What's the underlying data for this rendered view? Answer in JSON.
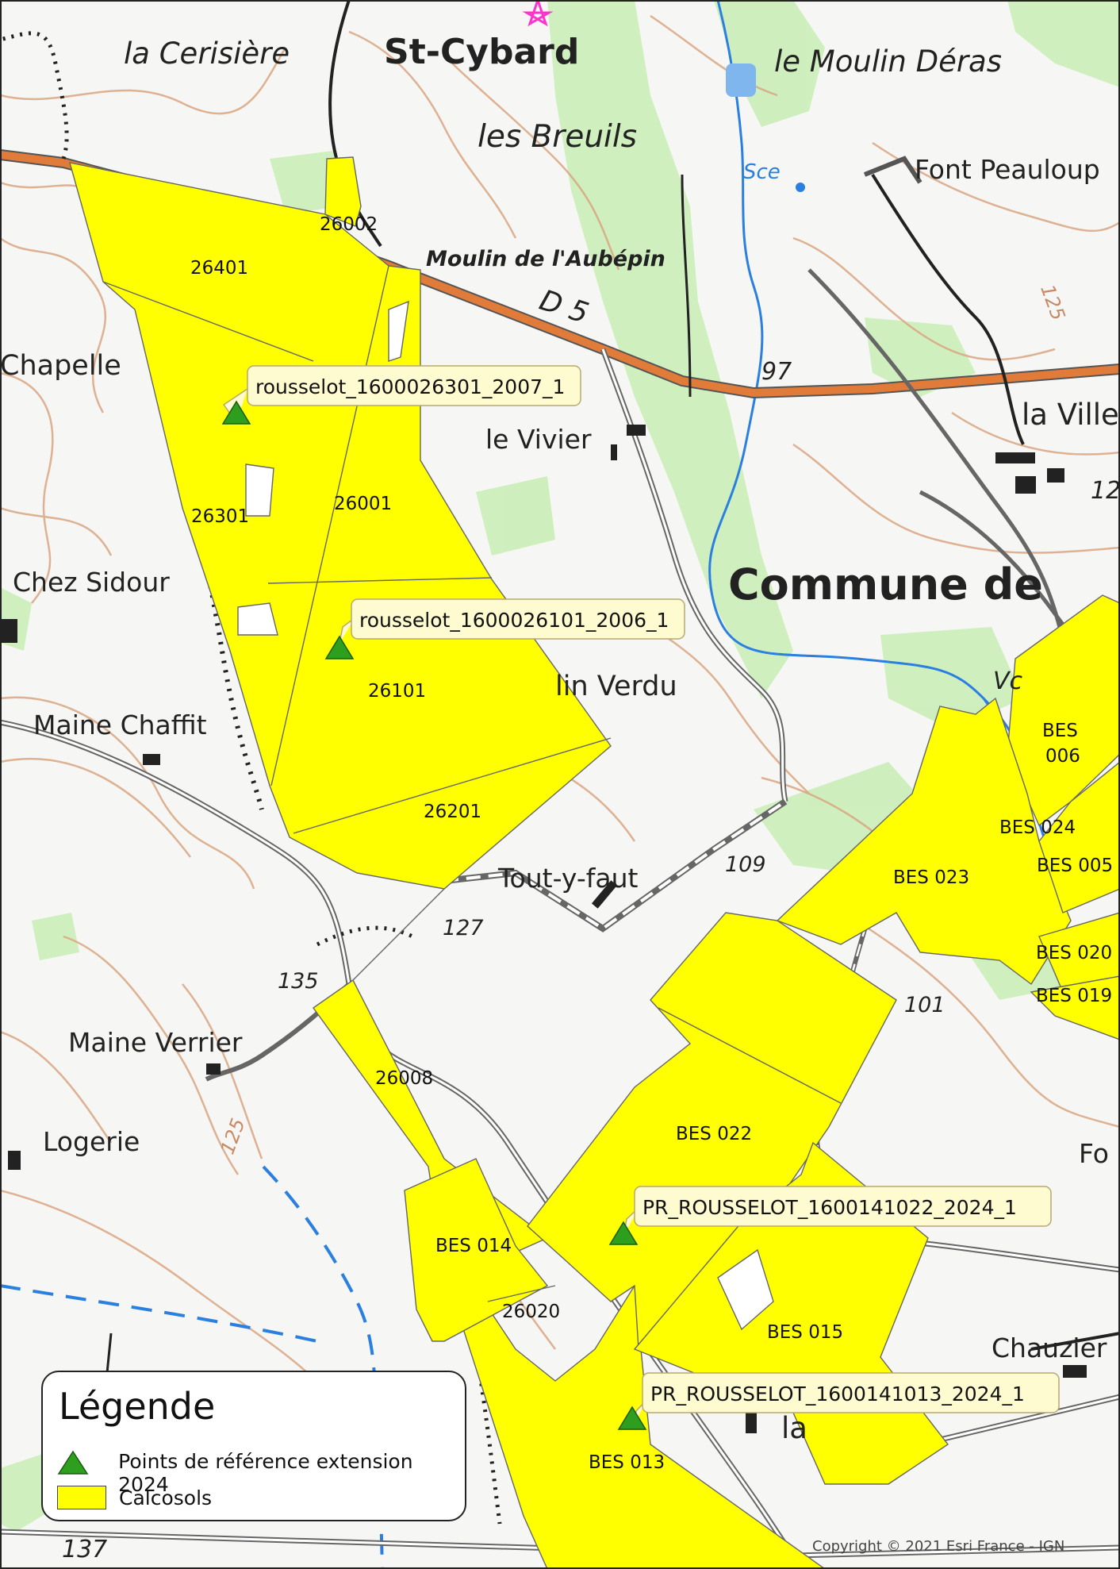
{
  "map": {
    "places": [
      {
        "id": "la-cerisiere",
        "text": "la Cerisière"
      },
      {
        "id": "st-cybard",
        "text": "St-Cybard"
      },
      {
        "id": "le-moulin-deras",
        "text": "le Moulin Déras"
      },
      {
        "id": "les-breuils",
        "text": "les Breuils"
      },
      {
        "id": "sce",
        "text": "Sce"
      },
      {
        "id": "font-peauloup",
        "text": "Font Peauloup"
      },
      {
        "id": "moulin-aubepin",
        "text": "Moulin de l'Aubépin"
      },
      {
        "id": "d5",
        "text": "D 5"
      },
      {
        "id": "chapelle",
        "text": "Chapelle"
      },
      {
        "id": "h97",
        "text": "97"
      },
      {
        "id": "la-ville",
        "text": "la Ville"
      },
      {
        "id": "le-vivier",
        "text": "le Vivier"
      },
      {
        "id": "chez-sidour",
        "text": "Chez Sidour"
      },
      {
        "id": "commune-de",
        "text": "Commune   de"
      },
      {
        "id": "moulin-verdu",
        "text": "lin Verdu"
      },
      {
        "id": "maine-chaffit",
        "text": "Maine Chaffit"
      },
      {
        "id": "tout-y-faut",
        "text": "Tout-y-faut"
      },
      {
        "id": "h109",
        "text": "109"
      },
      {
        "id": "h127",
        "text": "127"
      },
      {
        "id": "h135",
        "text": "135"
      },
      {
        "id": "h101",
        "text": "101"
      },
      {
        "id": "maine-verrier",
        "text": "Maine Verrier"
      },
      {
        "id": "logerie",
        "text": "Logerie"
      },
      {
        "id": "fo",
        "text": "Fo"
      },
      {
        "id": "chauzier",
        "text": "Chauzier"
      },
      {
        "id": "la",
        "text": "la"
      },
      {
        "id": "h137",
        "text": "137"
      },
      {
        "id": "h125",
        "text": "125"
      },
      {
        "id": "h125b",
        "text": "125"
      },
      {
        "id": "h12",
        "text": "12"
      },
      {
        "id": "vc",
        "text": "Vc"
      }
    ],
    "parcels": [
      {
        "id": "26002",
        "text": "26002"
      },
      {
        "id": "26401",
        "text": "26401"
      },
      {
        "id": "26301",
        "text": "26301"
      },
      {
        "id": "26001",
        "text": "26001"
      },
      {
        "id": "26101",
        "text": "26101"
      },
      {
        "id": "26201",
        "text": "26201"
      },
      {
        "id": "26008",
        "text": "26008"
      },
      {
        "id": "bes014",
        "text": "BES 014"
      },
      {
        "id": "26020",
        "text": "26020"
      },
      {
        "id": "bes013",
        "text": "BES 013"
      },
      {
        "id": "bes022",
        "text": "BES 022"
      },
      {
        "id": "bes015",
        "text": "BES 015"
      },
      {
        "id": "bes023",
        "text": "BES 023"
      },
      {
        "id": "bes024",
        "text": "BES 024"
      },
      {
        "id": "bes005",
        "text": "BES 005"
      },
      {
        "id": "bes020",
        "text": "BES 020"
      },
      {
        "id": "bes019",
        "text": "BES 019"
      },
      {
        "id": "bes006a",
        "text": "BES"
      },
      {
        "id": "bes006b",
        "text": "006"
      }
    ],
    "reference_points": [
      {
        "id": "p1",
        "label": "rousselot_1600026301_2007_1"
      },
      {
        "id": "p2",
        "label": "rousselot_1600026101_2006_1"
      },
      {
        "id": "p3",
        "label": "PR_ROUSSELOT_1600141022_2024_1"
      },
      {
        "id": "p4",
        "label": "PR_ROUSSELOT_1600141013_2024_1"
      }
    ],
    "colors": {
      "parcel": "#ffff00",
      "point": "#2e9e1e",
      "road_orange": "#e07b39",
      "water": "#2a7fe0",
      "vegetation": "#c8eeb4",
      "contour": "#d9a580"
    }
  },
  "legend": {
    "title": "Légende",
    "items": [
      {
        "label": "Points de référence extension 2024",
        "symbol": "green-triangle"
      },
      {
        "label": "Calcosols",
        "symbol": "yellow-rectangle"
      }
    ]
  },
  "copyright": "Copyright © 2021 Esri France -  IGN"
}
